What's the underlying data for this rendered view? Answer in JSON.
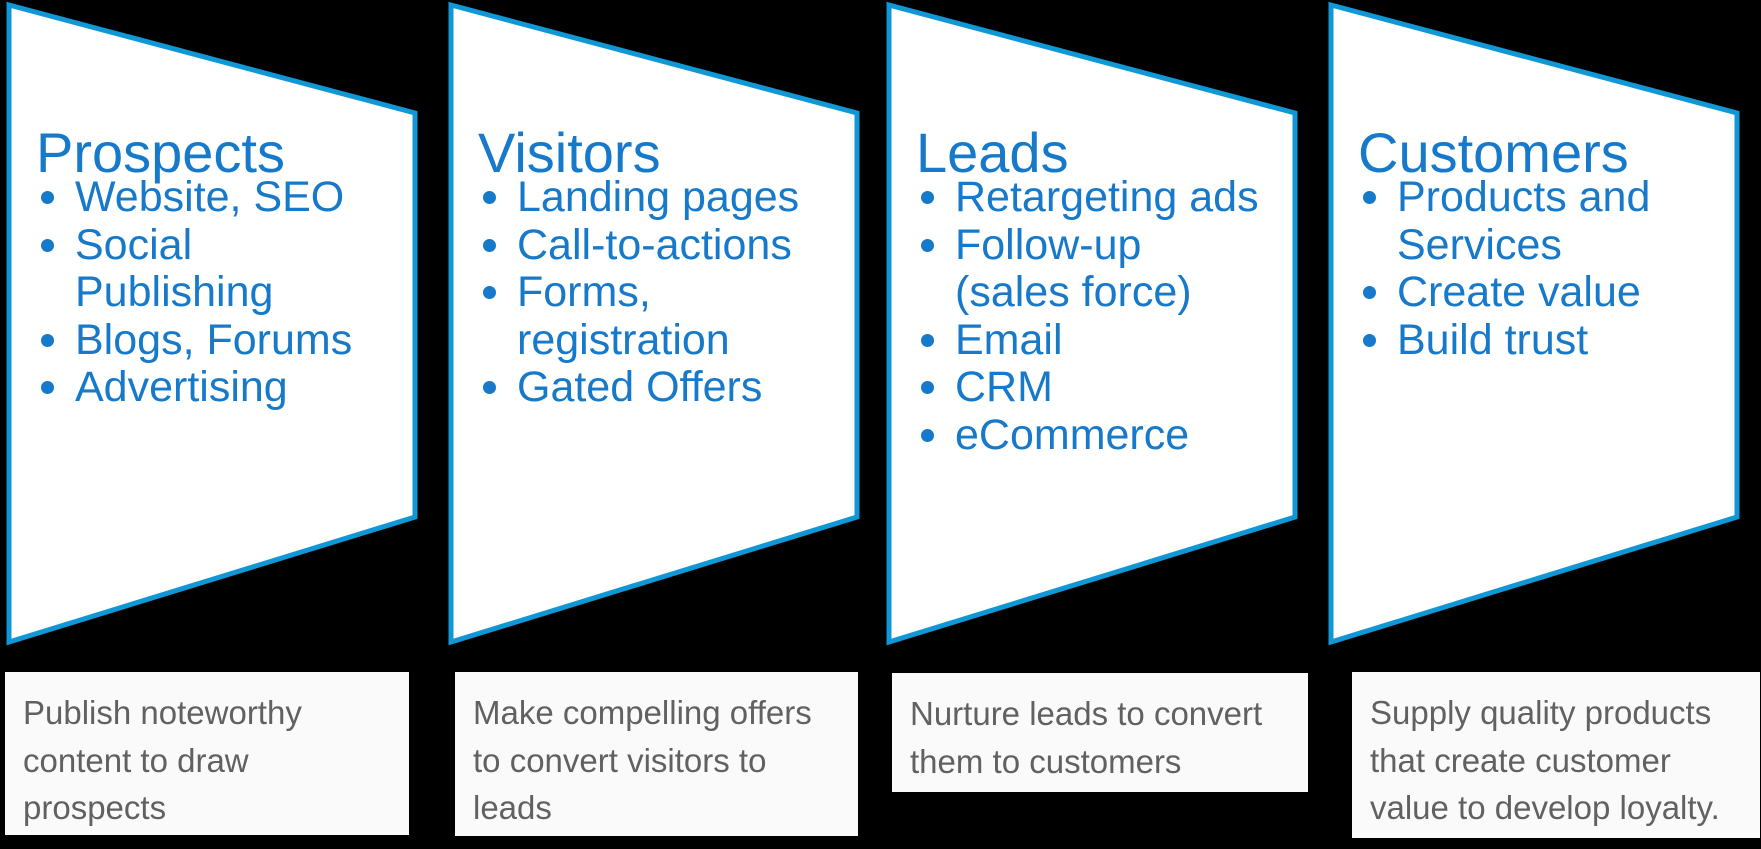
{
  "colors": {
    "background": "#000000",
    "shape_outline_blue": "#1097D6",
    "text_blue": "#1779CA",
    "caption_gray": "#616161",
    "shape_fill": "#FFFFFF",
    "caption_bg": "#FAFAFA"
  },
  "stages": [
    {
      "title": "Prospects",
      "items": [
        {
          "lines": [
            "Website, SEO"
          ]
        },
        {
          "lines": [
            "Social",
            "Publishing"
          ]
        },
        {
          "lines": [
            "Blogs, Forums"
          ]
        },
        {
          "lines": [
            "Advertising"
          ]
        }
      ],
      "caption_lines": [
        "Publish noteworthy",
        "content to draw",
        "prospects"
      ]
    },
    {
      "title": "Visitors",
      "items": [
        {
          "lines": [
            "Landing pages"
          ]
        },
        {
          "lines": [
            "Call-to-actions"
          ]
        },
        {
          "lines": [
            "Forms,",
            "registration"
          ]
        },
        {
          "lines": [
            "Gated Offers"
          ]
        }
      ],
      "caption_lines": [
        "Make compelling offers",
        "to convert visitors to",
        "leads"
      ]
    },
    {
      "title": "Leads",
      "items": [
        {
          "lines": [
            "Retargeting ads"
          ]
        },
        {
          "lines": [
            "Follow-up",
            "(sales force)"
          ]
        },
        {
          "lines": [
            "Email"
          ]
        },
        {
          "lines": [
            "CRM"
          ]
        },
        {
          "lines": [
            "eCommerce"
          ]
        }
      ],
      "caption_lines": [
        "Nurture leads to convert",
        "them to customers"
      ]
    },
    {
      "title": "Customers",
      "items": [
        {
          "lines": [
            "Products and",
            "Services"
          ]
        },
        {
          "lines": [
            "Create value"
          ]
        },
        {
          "lines": [
            "Build trust"
          ]
        }
      ],
      "caption_lines": [
        "Supply quality products",
        "that create customer",
        "value to develop loyalty."
      ]
    }
  ]
}
